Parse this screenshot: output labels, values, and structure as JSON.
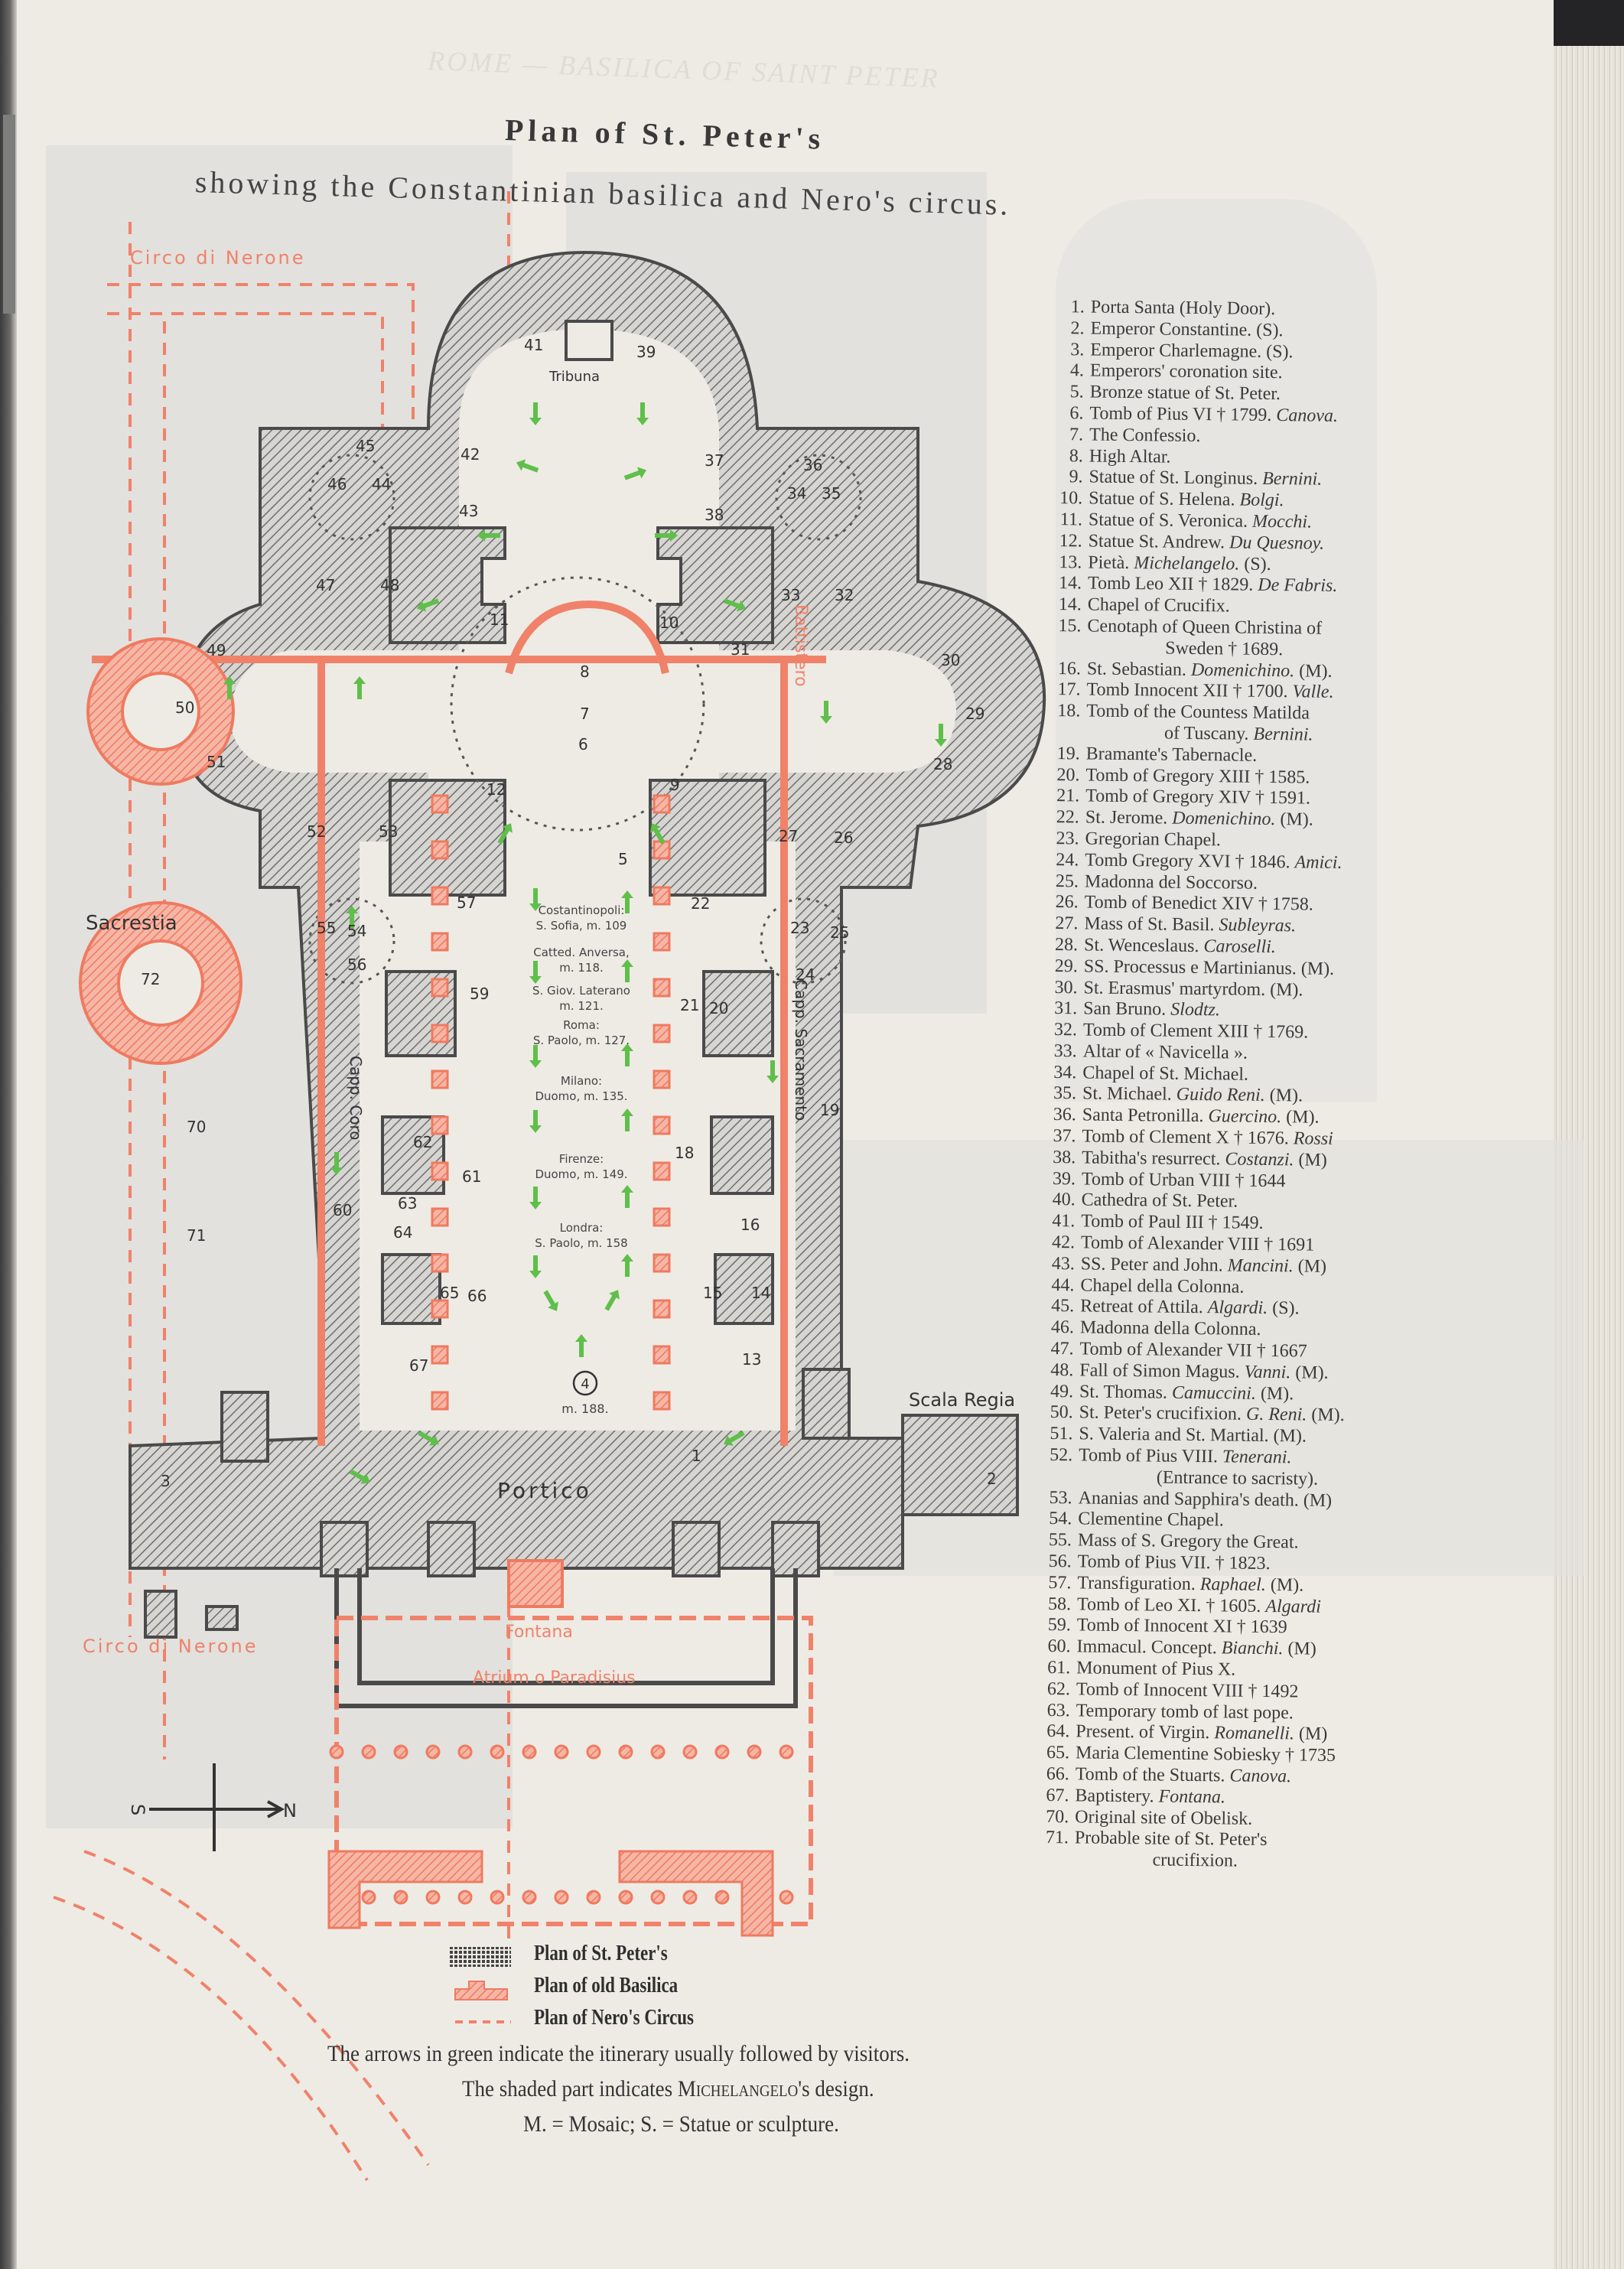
{
  "ghost_header": "ROME — BASILICA OF SAINT PETER",
  "title": "Plan of St. Peter's",
  "subtitle": "showing the Constantinian basilica and Nero's circus.",
  "colors": {
    "page": "#eeebe5",
    "old_basilica": "#f0826a",
    "michelangelo_plan": "#8a8a8a",
    "itinerary_arrows": "#5fbf4a",
    "text": "#3b3a39"
  },
  "plan": {
    "labels": {
      "circo_top": "Circo di Nerone",
      "circo_bottom": "Circo di Nerone",
      "tribuna": "Tribuna",
      "battistero": "Battistero",
      "sacrestia": "Sacrestia",
      "capp_coro": "Capp. Coro",
      "capp_sacramento": "Capp. Sacramento",
      "scala_regia": "Scala Regia",
      "portico": "Portico",
      "fontana": "Fontana",
      "atrium": "Atrium o Paradisius",
      "compass_s": "S",
      "compass_n": "N"
    },
    "nave_lengths": [
      [
        "Costantinopoli:",
        "S. Sofia, m. 109"
      ],
      [
        "Catted. Anversa,",
        "m. 118."
      ],
      [
        "S. Giov. Laterano",
        "m. 121."
      ],
      [
        "Roma:",
        "S. Paolo, m. 127."
      ],
      [
        "Milano:",
        "Duomo, m. 135."
      ],
      [
        "Firenze:",
        "Duomo, m. 149."
      ],
      [
        "Londra:",
        "S. Paolo, m. 158"
      ]
    ],
    "coronation_marker": "4",
    "total_length": "m. 188.",
    "numbers": [
      "41",
      "39",
      "42",
      "37",
      "36",
      "45",
      "46",
      "44",
      "34",
      "35",
      "43",
      "38",
      "47",
      "48",
      "33",
      "32",
      "11",
      "10",
      "31",
      "8",
      "7",
      "6",
      "49",
      "50",
      "51",
      "30",
      "29",
      "28",
      "12",
      "9",
      "52",
      "53",
      "5",
      "27",
      "26",
      "57",
      "22",
      "55",
      "54",
      "23",
      "25",
      "56",
      "24",
      "59",
      "21",
      "20",
      "19",
      "62",
      "18",
      "61",
      "63",
      "64",
      "16",
      "60",
      "65",
      "66",
      "15",
      "14",
      "67",
      "13",
      "70",
      "71",
      "72",
      "3",
      "2",
      "1"
    ]
  },
  "key": [
    {
      "n": "1.",
      "t": "Porta Santa (Holy Door)."
    },
    {
      "n": "2.",
      "t": "Emperor Constantine. (S)."
    },
    {
      "n": "3.",
      "t": "Emperor Charlemagne. (S)."
    },
    {
      "n": "4.",
      "t": "Emperors' coronation site."
    },
    {
      "n": "5.",
      "t": "Bronze statue of St. Peter."
    },
    {
      "n": "6.",
      "t": "Tomb of Pius VI † 1799.",
      "i": "Canova."
    },
    {
      "n": "7.",
      "t": "The Confessio."
    },
    {
      "n": "8.",
      "t": "High Altar."
    },
    {
      "n": "9.",
      "t": "Statue of St. Longinus.",
      "i": "Bernini."
    },
    {
      "n": "10.",
      "t": "Statue of S. Helena.",
      "i": "Bolgi."
    },
    {
      "n": "11.",
      "t": "Statue of S. Veronica.",
      "i": "Mocchi."
    },
    {
      "n": "12.",
      "t": "Statue St. Andrew.",
      "i": "Du Quesnoy."
    },
    {
      "n": "13.",
      "t": "Pietà.",
      "i": "Michelangelo.",
      "s": "(S)."
    },
    {
      "n": "14.",
      "t": "Tomb Leo XII † 1829.",
      "i": "De Fabris."
    },
    {
      "n": "14.",
      "t": "Chapel of Crucifix."
    },
    {
      "n": "15.",
      "t": "Cenotaph of Queen Christina of",
      "c": {
        "t": "Sweden † 1689."
      }
    },
    {
      "n": "16.",
      "t": "St. Sebastian.",
      "i": "Domenichino.",
      "s": "(M)."
    },
    {
      "n": "17.",
      "t": "Tomb Innocent XII † 1700.",
      "i": "Valle."
    },
    {
      "n": "18.",
      "t": "Tomb of the Countess Matilda",
      "c": {
        "t": "of Tuscany.",
        "i": "Bernini."
      }
    },
    {
      "n": "19.",
      "t": "Bramante's Tabernacle."
    },
    {
      "n": "20.",
      "t": "Tomb of Gregory XIII † 1585."
    },
    {
      "n": "21.",
      "t": "Tomb of Gregory XIV † 1591."
    },
    {
      "n": "22.",
      "t": "St. Jerome.",
      "i": "Domenichino.",
      "s": "(M)."
    },
    {
      "n": "23.",
      "t": "Gregorian Chapel."
    },
    {
      "n": "24.",
      "t": "Tomb Gregory XVI † 1846.",
      "i": "Amici."
    },
    {
      "n": "25.",
      "t": "Madonna del Soccorso."
    },
    {
      "n": "26.",
      "t": "Tomb of Benedict XIV † 1758."
    },
    {
      "n": "27.",
      "t": "Mass of St. Basil.",
      "i": "Subleyras."
    },
    {
      "n": "28.",
      "t": "St. Wenceslaus.",
      "i": "Caroselli."
    },
    {
      "n": "29.",
      "t": "SS. Processus e Martinianus. (M)."
    },
    {
      "n": "30.",
      "t": "St. Erasmus' martyrdom. (M)."
    },
    {
      "n": "31.",
      "t": "San Bruno.",
      "i": "Slodtz."
    },
    {
      "n": "32.",
      "t": "Tomb of Clement XIII † 1769."
    },
    {
      "n": "33.",
      "t": "Altar of « Navicella »."
    },
    {
      "n": "34.",
      "t": "Chapel of St. Michael."
    },
    {
      "n": "35.",
      "t": "St. Michael.",
      "i": "Guido Reni.",
      "s": "(M)."
    },
    {
      "n": "36.",
      "t": "Santa Petronilla.",
      "i": "Guercino.",
      "s": "(M)."
    },
    {
      "n": "37.",
      "t": "Tomb of Clement X † 1676.",
      "i": "Rossi"
    },
    {
      "n": "38.",
      "t": "Tabitha's resurrect.",
      "i": "Costanzi.",
      "s": "(M)"
    },
    {
      "n": "39.",
      "t": "Tomb of Urban VIII † 1644"
    },
    {
      "n": "40.",
      "t": "Cathedra of St. Peter."
    },
    {
      "n": "41.",
      "t": "Tomb of Paul III † 1549."
    },
    {
      "n": "42.",
      "t": "Tomb of Alexander VIII † 1691"
    },
    {
      "n": "43.",
      "t": "SS. Peter and John.",
      "i": "Mancini.",
      "s": "(M)"
    },
    {
      "n": "44.",
      "t": "Chapel della Colonna."
    },
    {
      "n": "45.",
      "t": "Retreat of Attila.",
      "i": "Algardi.",
      "s": "(S)."
    },
    {
      "n": "46.",
      "t": "Madonna della Colonna."
    },
    {
      "n": "47.",
      "t": "Tomb of Alexander VII † 1667"
    },
    {
      "n": "48.",
      "t": "Fall of Simon Magus.",
      "i": "Vanni.",
      "s": "(M)."
    },
    {
      "n": "49.",
      "t": "St. Thomas.",
      "i": "Camuccini.",
      "s": "(M)."
    },
    {
      "n": "50.",
      "t": "St. Peter's crucifixion.",
      "i": "G. Reni.",
      "s": "(M)."
    },
    {
      "n": "51.",
      "t": "S. Valeria and St. Martial. (M)."
    },
    {
      "n": "52.",
      "t": "Tomb of Pius VIII.",
      "i": "Tenerani.",
      "c": {
        "t": "(Entrance to sacristy)."
      }
    },
    {
      "n": "53.",
      "t": "Ananias and Sapphira's death. (M)"
    },
    {
      "n": "54.",
      "t": "Clementine Chapel."
    },
    {
      "n": "55.",
      "t": "Mass of S. Gregory the Great."
    },
    {
      "n": "56.",
      "t": "Tomb of Pius VII. † 1823."
    },
    {
      "n": "57.",
      "t": "Transfiguration.",
      "i": "Raphael.",
      "s": "(M)."
    },
    {
      "n": "58.",
      "t": "Tomb of Leo XI. † 1605.",
      "i": "Algardi"
    },
    {
      "n": "59.",
      "t": "Tomb of Innocent XI † 1639"
    },
    {
      "n": "60.",
      "t": "Immacul. Concept.",
      "i": "Bianchi.",
      "s": "(M)"
    },
    {
      "n": "61.",
      "t": "Monument of Pius X."
    },
    {
      "n": "62.",
      "t": "Tomb of Innocent VIII † 1492"
    },
    {
      "n": "63.",
      "t": "Temporary tomb of last pope."
    },
    {
      "n": "64.",
      "t": "Present. of Virgin.",
      "i": "Romanelli.",
      "s": "(M)"
    },
    {
      "n": "65.",
      "t": "Maria Clementine Sobiesky † 1735"
    },
    {
      "n": "66.",
      "t": "Tomb of the Stuarts.",
      "i": "Canova."
    },
    {
      "n": "67.",
      "t": "Baptistery.",
      "i": "Fontana."
    },
    {
      "n": "70.",
      "t": "Original site of Obelisk."
    },
    {
      "n": "71.",
      "t": "Probable site of St. Peter's",
      "c": {
        "t": "crucifixion."
      }
    }
  ],
  "legend": {
    "st_peters": "Plan of St. Peter's",
    "old_basilica": "Plan of old Basilica",
    "neros_circus": "Plan of Nero's Circus"
  },
  "notes": {
    "arrows": "The arrows in green indicate the itinerary usually followed by visitors.",
    "shaded_pre": "The shaded part indicates",
    "shaded_name": "Michelangelo",
    "shaded_post": "'s design.",
    "abbrev": "M. = Mosaic; S. = Statue or sculpture."
  }
}
